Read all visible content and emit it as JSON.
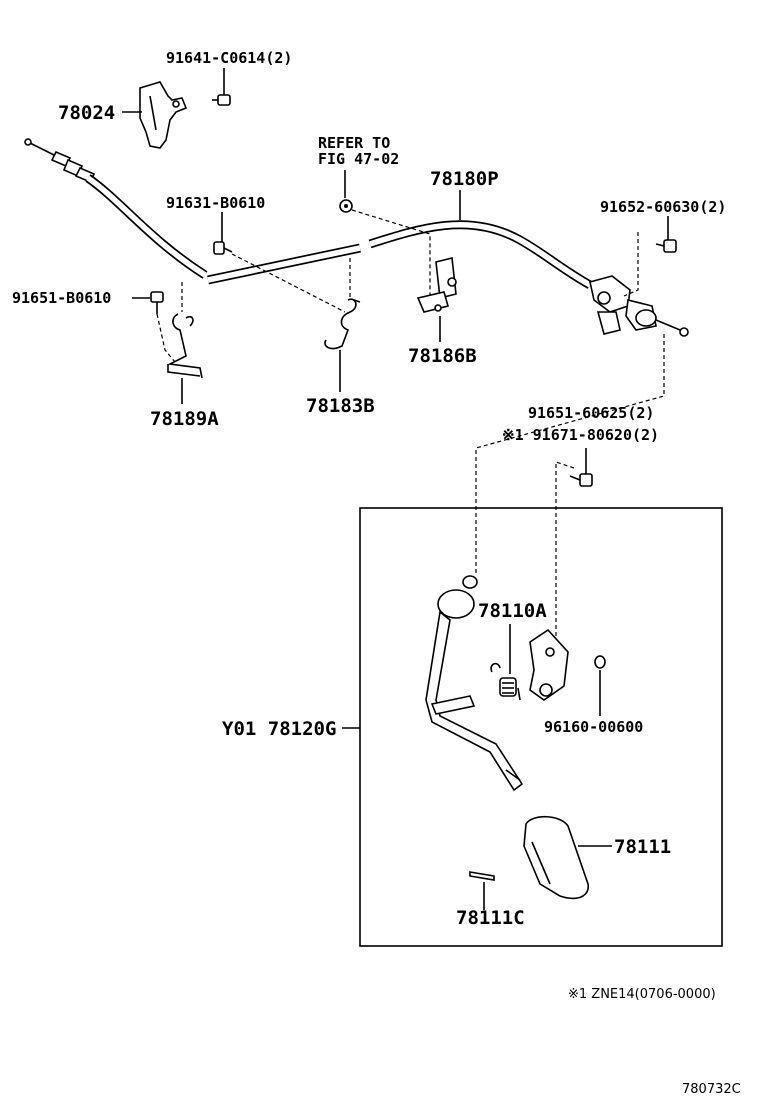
{
  "diagram": {
    "labels": {
      "p78024": "78024",
      "p91641": "91641-C0614(2)",
      "refer_line1": "REFER TO",
      "refer_line2": "FIG 47-02",
      "p78180P": "78180P",
      "p91631": "91631-B0610",
      "p91652": "91652-60630(2)",
      "p91651_b": "91651-B0610",
      "p78186B": "78186B",
      "p78183B": "78183B",
      "p78189A": "78189A",
      "p91651_60625": "91651-60625(2)",
      "p91671": "※1 91671-80620(2)",
      "p78110A": "78110A",
      "pY01": "Y01 78120G",
      "p96160": "96160-00600",
      "p78111": "78111",
      "p78111C": "78111C"
    },
    "footnote": "※1 ZNE14(0706-0000)",
    "diagram_code": "780732C"
  }
}
